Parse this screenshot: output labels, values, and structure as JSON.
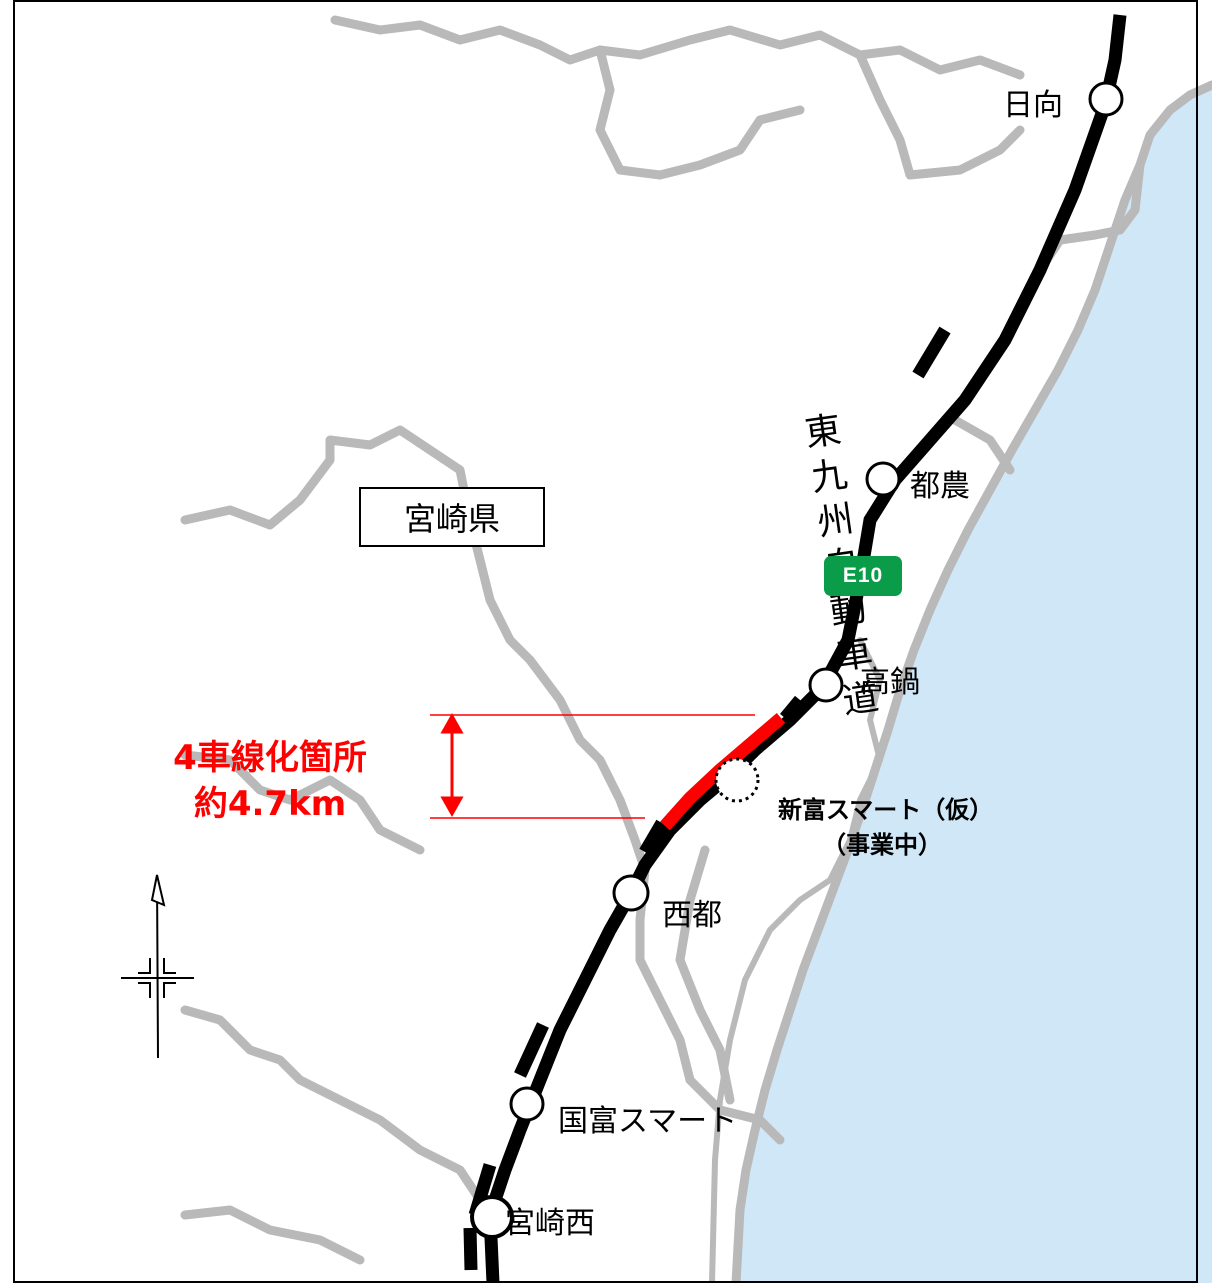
{
  "prefecture": "宮崎県",
  "route": {
    "name_chars": [
      "東",
      "九",
      "州",
      "自",
      "動",
      "車",
      "道"
    ],
    "shield": "E10",
    "line_color": "#000000",
    "widen_color": "#ff0000"
  },
  "interchanges": {
    "hyuga": "日向",
    "tsuno": "都農",
    "takanabe": "高鍋",
    "saito": "西都",
    "kunitomi": "国富スマート",
    "miyazaki_nishi": "宮崎西"
  },
  "planned_ic": {
    "name": "新富スマート（仮）",
    "status": "（事業中）"
  },
  "widening": {
    "title": "4車線化箇所",
    "length": "約4.7km"
  },
  "colors": {
    "sea": "#cfe7f7",
    "boundary": "#b9b9b9",
    "shield": "#0a9c48"
  }
}
